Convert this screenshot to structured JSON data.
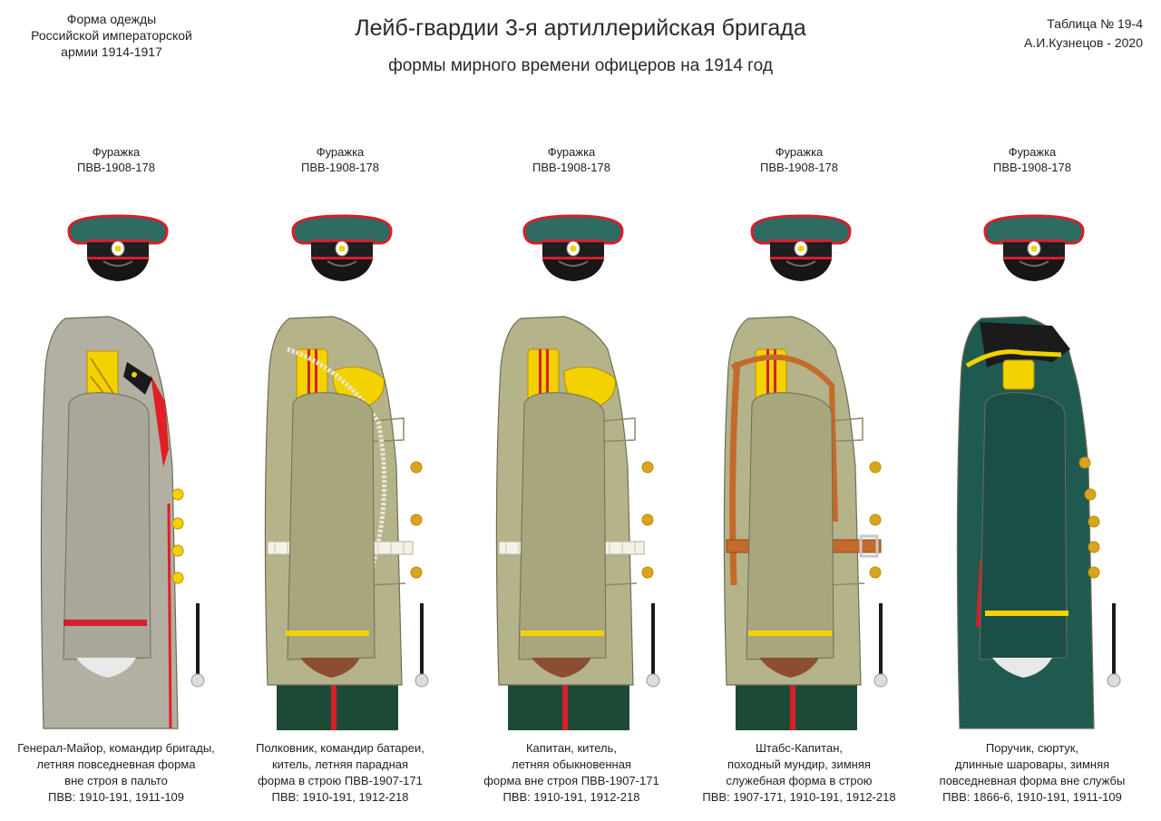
{
  "header": {
    "left_lines": [
      "Форма одежды",
      "Российской императорской",
      "армии  1914-1917"
    ],
    "title": "Лейб-гвардии 3-я артиллерийская бригада",
    "subtitle": "формы мирного времени офицеров на 1914 год",
    "table_number": "Таблица № 19-4",
    "author": "А.И.Кузнецов - 2020"
  },
  "colors": {
    "cap_crown": "#2e6b62",
    "cap_band": "#1e1e1e",
    "piping": "#d81e2a",
    "khaki": "#b5b38a",
    "greatcoat": "#b2b0a3",
    "greatcoat_lining": "#e01f26",
    "dark_green_coat": "#1f5a50",
    "trousers": "#1c4a36",
    "gold": "#f2d200",
    "leather": "#c46a2a"
  },
  "figures": [
    {
      "cap_label": [
        "Фуражка",
        "ПВВ-1908-178"
      ],
      "garment": "greatcoat",
      "description": [
        "Генерал-Майор, командир бригады,",
        "летняя повседневная форма",
        "вне строя в пальто",
        "ПВВ: 1910-191, 1911-109"
      ]
    },
    {
      "cap_label": [
        "Фуражка",
        "ПВВ-1908-178"
      ],
      "garment": "tunic-aiguillette",
      "description": [
        "Полковник, командир батареи,",
        "китель, летняя парадная",
        "форма в строю  ПВВ-1907-171",
        "ПВВ: 1910-191, 1912-218"
      ]
    },
    {
      "cap_label": [
        "Фуражка",
        "ПВВ-1908-178"
      ],
      "garment": "tunic",
      "description": [
        "Капитан, китель,",
        "летняя обыкновенная",
        "форма вне строя ПВВ-1907-171",
        "ПВВ: 1910-191, 1912-218"
      ]
    },
    {
      "cap_label": [
        "Фуражка",
        "ПВВ-1908-178"
      ],
      "garment": "tunic-belts",
      "description": [
        "Штабс-Капитан,",
        "походный мундир, зимняя",
        "служебная форма в строю",
        "ПВВ: 1907-171, 1910-191, 1912-218"
      ]
    },
    {
      "cap_label": [
        "Фуражка",
        "ПВВ-1908-178"
      ],
      "garment": "frock-coat",
      "description": [
        "Поручик, сюртук,",
        "длинные шаровары, зимняя",
        "повседневная форма вне службы",
        "ПВВ: 1866-6, 1910-191, 1911-109"
      ]
    }
  ]
}
